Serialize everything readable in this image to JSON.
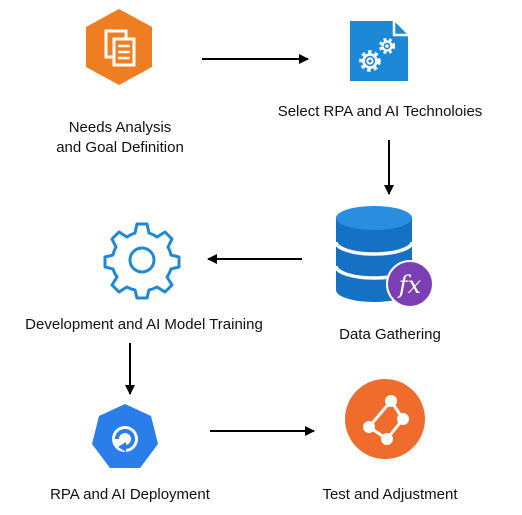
{
  "steps": {
    "needs_analysis": {
      "label_line1": "Needs Analysis",
      "label_line2": "and Goal Definition",
      "icon": "documents-icon",
      "color": "#ef7d22"
    },
    "select_tech": {
      "label": "Select RPA and AI Technoloies",
      "icon": "gears-icon",
      "color": "#1e88d8"
    },
    "data_gathering": {
      "label": "Data Gathering",
      "icon": "database-function-icon",
      "color": "#1471c4",
      "badge_text": "fx",
      "badge_color": "#7b3fb3"
    },
    "development": {
      "label": "Development and AI Model Training",
      "icon": "gear-outline-icon",
      "color": "#1e88d8"
    },
    "deployment": {
      "label": "RPA  and AI Deployment",
      "icon": "deploy-refresh-icon",
      "color": "#2b7de9"
    },
    "test": {
      "label": "Test and Adjustment",
      "icon": "flow-nodes-icon",
      "color": "#ef6c2c"
    }
  },
  "colors": {
    "arrow": "#000000"
  }
}
